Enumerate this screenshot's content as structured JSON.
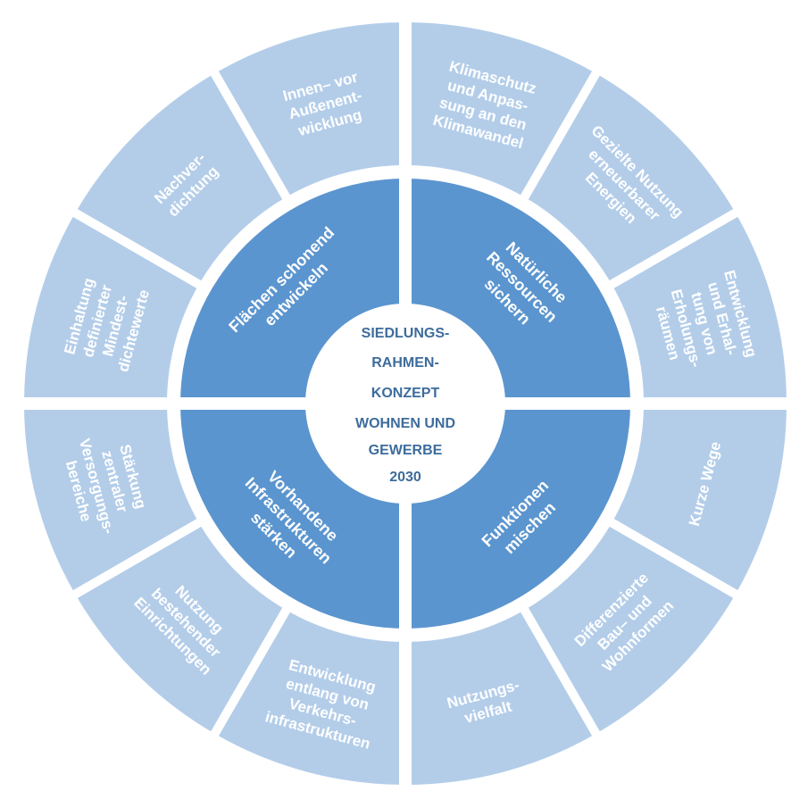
{
  "colors": {
    "outer": "#b3cde9",
    "inner": "#5b95cf",
    "center_text": "#3d6c9c",
    "gap": "#ffffff",
    "label": "#ffffff"
  },
  "center": {
    "lines": [
      "SIEDLUNGS-",
      "RAHMEN-",
      "KONZEPT",
      "WOHNEN UND",
      "GEWERBE",
      "2030"
    ]
  },
  "quadrants": [
    {
      "name": "natuerliche-ressourcen",
      "lines": [
        "Natürliche",
        "Ressourcen",
        "sichern"
      ]
    },
    {
      "name": "funktionen-mischen",
      "lines": [
        "Funktionen",
        "mischen"
      ]
    },
    {
      "name": "infrastrukturen-staerken",
      "lines": [
        "Vorhandene",
        "Infrastrukturen",
        "stärken"
      ]
    },
    {
      "name": "flaechen-schonend",
      "lines": [
        "Flächen schonend",
        "entwickeln"
      ]
    }
  ],
  "segments": [
    {
      "name": "klimaschutz",
      "lines": [
        "Klimaschutz",
        "und Anpas-",
        "sung an den",
        "Klimawandel"
      ]
    },
    {
      "name": "erneuerbare-energien",
      "lines": [
        "Gezielte Nutzung",
        "erneuerbarer",
        "Energien"
      ]
    },
    {
      "name": "erholungsraeume",
      "lines": [
        "Entwicklung",
        "und Erhal-",
        "tung von",
        "Erholungs-",
        "räumen"
      ]
    },
    {
      "name": "kurze-wege",
      "lines": [
        "Kurze Wege"
      ]
    },
    {
      "name": "bau-wohnformen",
      "lines": [
        "Differenzierte",
        "Bau– und",
        "Wohnformen"
      ]
    },
    {
      "name": "nutzungsvielfalt",
      "lines": [
        "Nutzungs-",
        "vielfalt"
      ]
    },
    {
      "name": "verkehrsinfrastrukturen",
      "lines": [
        "Entwicklung",
        "entlang von",
        "Verkehrs-",
        "infrastrukturen"
      ]
    },
    {
      "name": "bestehende-einrichtungen",
      "lines": [
        "Nutzung",
        "bestehender",
        "Einrichtungen"
      ]
    },
    {
      "name": "versorgungsbereiche",
      "lines": [
        "Stärkung",
        "zentraler",
        "Versorgungs-",
        "bereiche"
      ]
    },
    {
      "name": "mindestdichtewerte",
      "lines": [
        "Einhaltung",
        "definierter",
        "Mindest-",
        "dichtewerte"
      ]
    },
    {
      "name": "nachverdichtung",
      "lines": [
        "Nachver-",
        "dichtung"
      ]
    },
    {
      "name": "innen-vor-aussen",
      "lines": [
        "Innen– vor",
        "Außenent-",
        "wicklung"
      ]
    }
  ]
}
